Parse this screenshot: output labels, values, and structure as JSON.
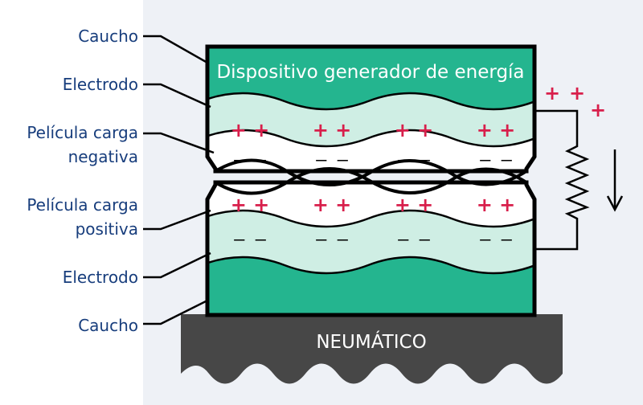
{
  "labels": {
    "rubber_top": "Caucho",
    "electrode_top": "Electrodo",
    "negative_film_line1": "Película carga",
    "negative_film_line2": "negativa",
    "positive_film_line1": "Película carga",
    "positive_film_line2": "positiva",
    "electrode_bottom": "Electrodo",
    "rubber_bottom": "Caucho"
  },
  "device_title": "Dispositivo generador de energía",
  "tire_label": "NEUMÁTICO",
  "charges": {
    "plus_pair": "+ +",
    "minus_pair": "– –",
    "circuit_plus": [
      "+",
      "+",
      "+"
    ]
  },
  "colors": {
    "rubber": "#24b58f",
    "electrode": "#cfeee4",
    "film": "#ffffff",
    "tire": "#474747",
    "background_panel": "#eef1f6",
    "label_text": "#173d7c",
    "plus_sign": "#d81f4b"
  }
}
